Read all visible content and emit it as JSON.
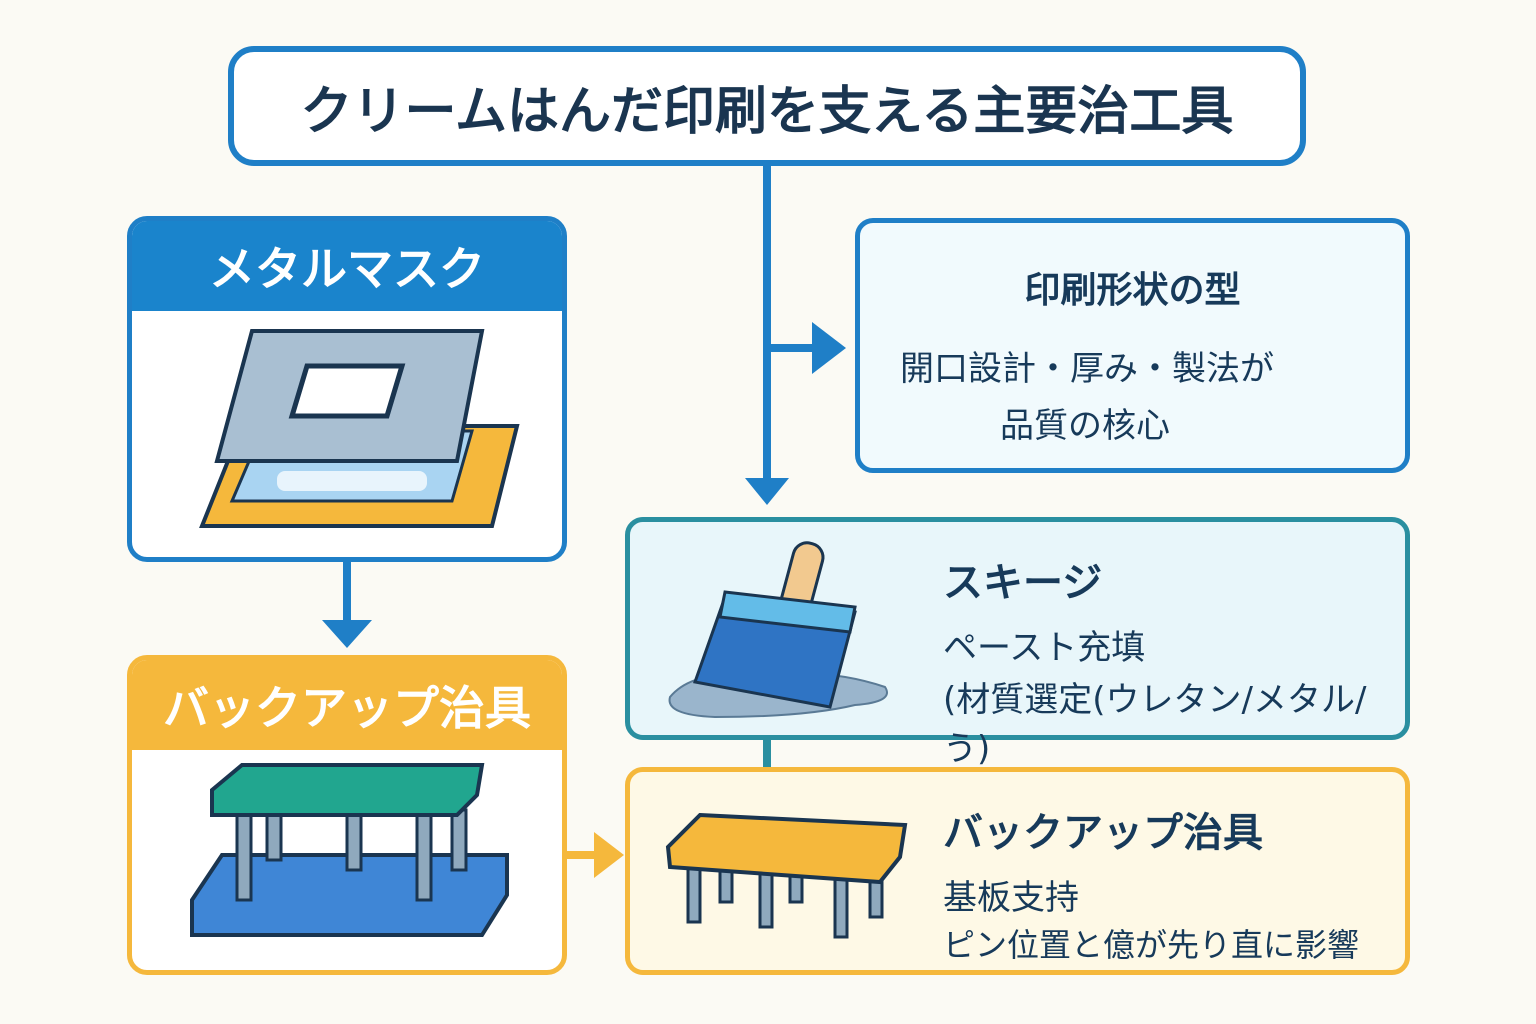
{
  "title": "クリームはんだ印刷を支える主要治工具",
  "metal_mask": {
    "header": "メタルマスク"
  },
  "backup_left": {
    "header": "バックアップ治具"
  },
  "mask_info": {
    "title": "印刷形状の型",
    "line1": "開口設計・厚み・製法が",
    "line2": "品質の核心"
  },
  "squeegee": {
    "title": "スキージ",
    "line1": "ペースト充填",
    "line2": "(材質選定(ウレタン/メタル/う)"
  },
  "backup_right": {
    "title": "バックアップ治具",
    "line1": "基板支持",
    "line2": "ピン位置と億が先り直に影響"
  },
  "colors": {
    "blue": "#1f7fc7",
    "orange": "#f5b83c",
    "teal": "#2a8fa0"
  }
}
